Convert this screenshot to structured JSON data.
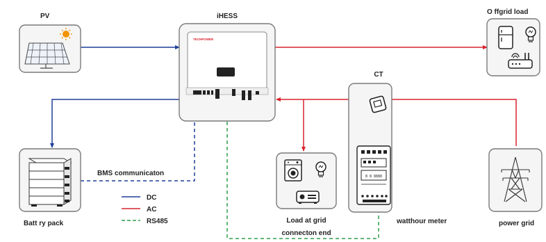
{
  "nodes": {
    "pv": {
      "label": "PV"
    },
    "ihess": {
      "label": "iHESS",
      "brand": "TECHPOWER"
    },
    "offgrid": {
      "label": "O ffgrid load"
    },
    "ct": {
      "label": "CT"
    },
    "battery": {
      "label": "Batt   ry pack"
    },
    "load_grid": {
      "label_line1": "Load at grid",
      "label_line2": "connecton end"
    },
    "meter": {
      "label": "watthour meter",
      "display": "8 8 8888"
    },
    "power_grid": {
      "label": "power grid"
    }
  },
  "connections": {
    "bms_label": "BMS communicaton"
  },
  "legend": {
    "items": [
      {
        "label": "DC",
        "color": "#1f3f99",
        "style": "solid"
      },
      {
        "label": "AC",
        "color": "#d9232e",
        "style": "solid"
      },
      {
        "label": "RS485",
        "color": "#2e9e48",
        "style": "dashed"
      }
    ]
  },
  "colors": {
    "dc": "#1f3f99",
    "ac": "#d9232e",
    "rs485": "#2e9e48",
    "bms": "#1f3f99"
  }
}
